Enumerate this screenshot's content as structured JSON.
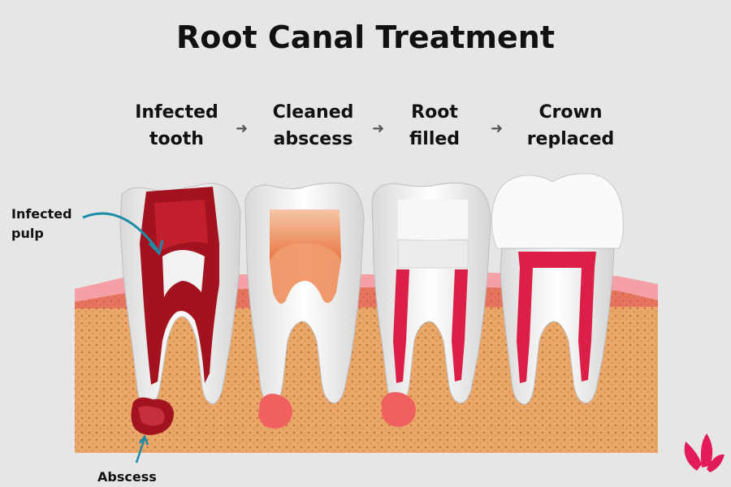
{
  "title": "Root Canal Treatment",
  "steps": [
    {
      "line1": "Infected",
      "line2": "tooth"
    },
    {
      "line1": "Cleaned",
      "line2": "abscess"
    },
    {
      "line1": "Root",
      "line2": "filled"
    },
    {
      "line1": "Crown",
      "line2": "replaced"
    }
  ],
  "step_arrow": "➜",
  "labels": {
    "infected_pulp_line1": "Infected",
    "infected_pulp_line2": "pulp",
    "abscess": "Abscess"
  },
  "colors": {
    "background": "#e6e6e6",
    "bone": "#e9a86a",
    "gum": "#e24a55",
    "gum_light": "#f4a0a6",
    "enamel": "#f3f3f3",
    "infection": "#a3131f",
    "cleaned_pulp": "#f08a55",
    "filling": "#dc1f46",
    "arrow_teal": "#1d8aa8",
    "logo": "#e31b5a"
  },
  "icons": {
    "step_arrow": "arrow-right-icon",
    "logo": "lotus-logo-icon"
  }
}
